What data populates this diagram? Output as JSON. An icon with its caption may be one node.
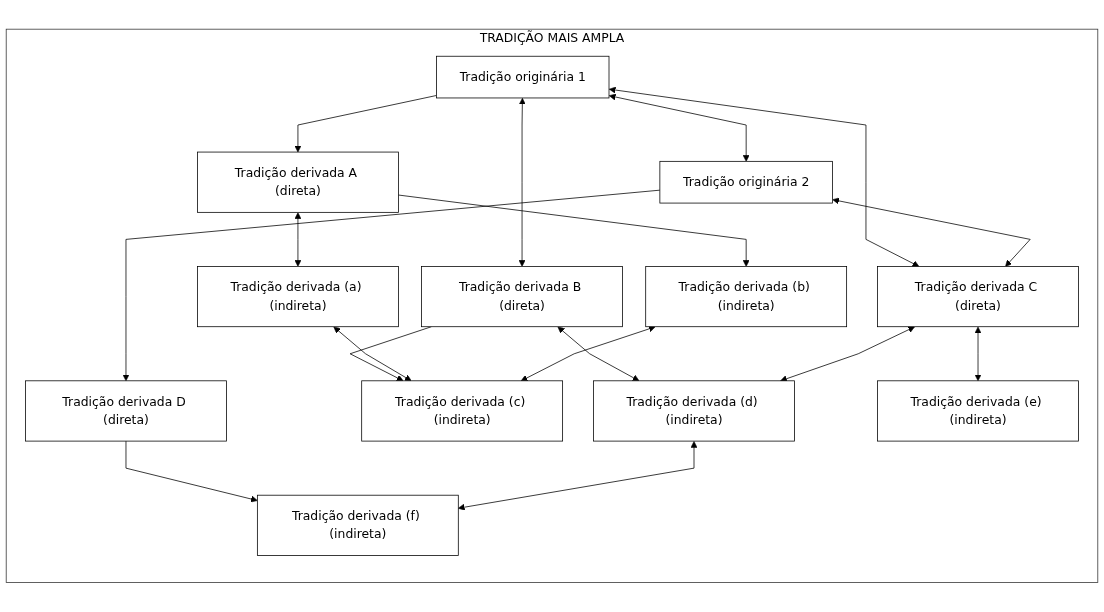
{
  "diagram": {
    "nodes": [
      {
        "text": [
          "TRADIÇÃO MAIS AMPLA"
        ]
      },
      {
        "text": [
          "Tradição originária 1"
        ],
        "in": 0
      },
      {
        "text": [
          "Tradição originária 2"
        ],
        "in": 0
      },
      {
        "text": [
          "Tradição derivada A (direta)"
        ],
        "in": 0
      },
      {
        "text": [
          "Tradição derivada B (direta)"
        ],
        "in": 0
      },
      {
        "text": [
          "Tradição derivada C (direta)"
        ],
        "in": 0
      },
      {
        "text": [
          "Tradição derivada D (direta)"
        ],
        "in": 0
      },
      {
        "text": [
          "Tradição derivada (a) (indireta)"
        ],
        "in": 0
      },
      {
        "text": [
          "Tradição derivada (b) (indireta)"
        ],
        "in": 0
      },
      {
        "text": [
          "Tradição derivada (c) (indireta)"
        ],
        "in": 0
      },
      {
        "text": [
          "Tradição derivada (d) (indireta)"
        ],
        "in": 0
      },
      {
        "text": [
          "Tradição derivada (e) (indireta)"
        ],
        "in": 0
      },
      {
        "text": [
          "Tradição derivada (f) (indireta)"
        ],
        "in": 0
      }
    ],
    "edges": [
      {
        "from": 1,
        "to": 2,
        "arrow": "both"
      },
      {
        "from": 1,
        "to": 3,
        "arrow": "to"
      },
      {
        "from": 1,
        "to": 4,
        "arrow": "both"
      },
      {
        "from": 1,
        "to": 5,
        "arrow": "both"
      },
      {
        "from": 2,
        "to": 5,
        "arrow": "both"
      },
      {
        "from": 2,
        "to": 6,
        "arrow": "to"
      },
      {
        "from": 3,
        "to": 7,
        "arrow": "both"
      },
      {
        "from": 3,
        "to": 8,
        "arrow": "to"
      },
      {
        "from": 4,
        "to": 9,
        "arrow": "to"
      },
      {
        "from": 7,
        "to": 9,
        "arrow": "both"
      },
      {
        "from": 8,
        "to": 9,
        "arrow": "both"
      },
      {
        "from": 4,
        "to": 10,
        "arrow": "both"
      },
      {
        "from": 5,
        "to": 10,
        "arrow": "both"
      },
      {
        "from": 5,
        "to": 11,
        "arrow": "both"
      },
      {
        "from": 6,
        "to": 12,
        "arrow": "to"
      },
      {
        "from": 10,
        "to": 12,
        "arrow": "both"
      }
    ]
  }
}
